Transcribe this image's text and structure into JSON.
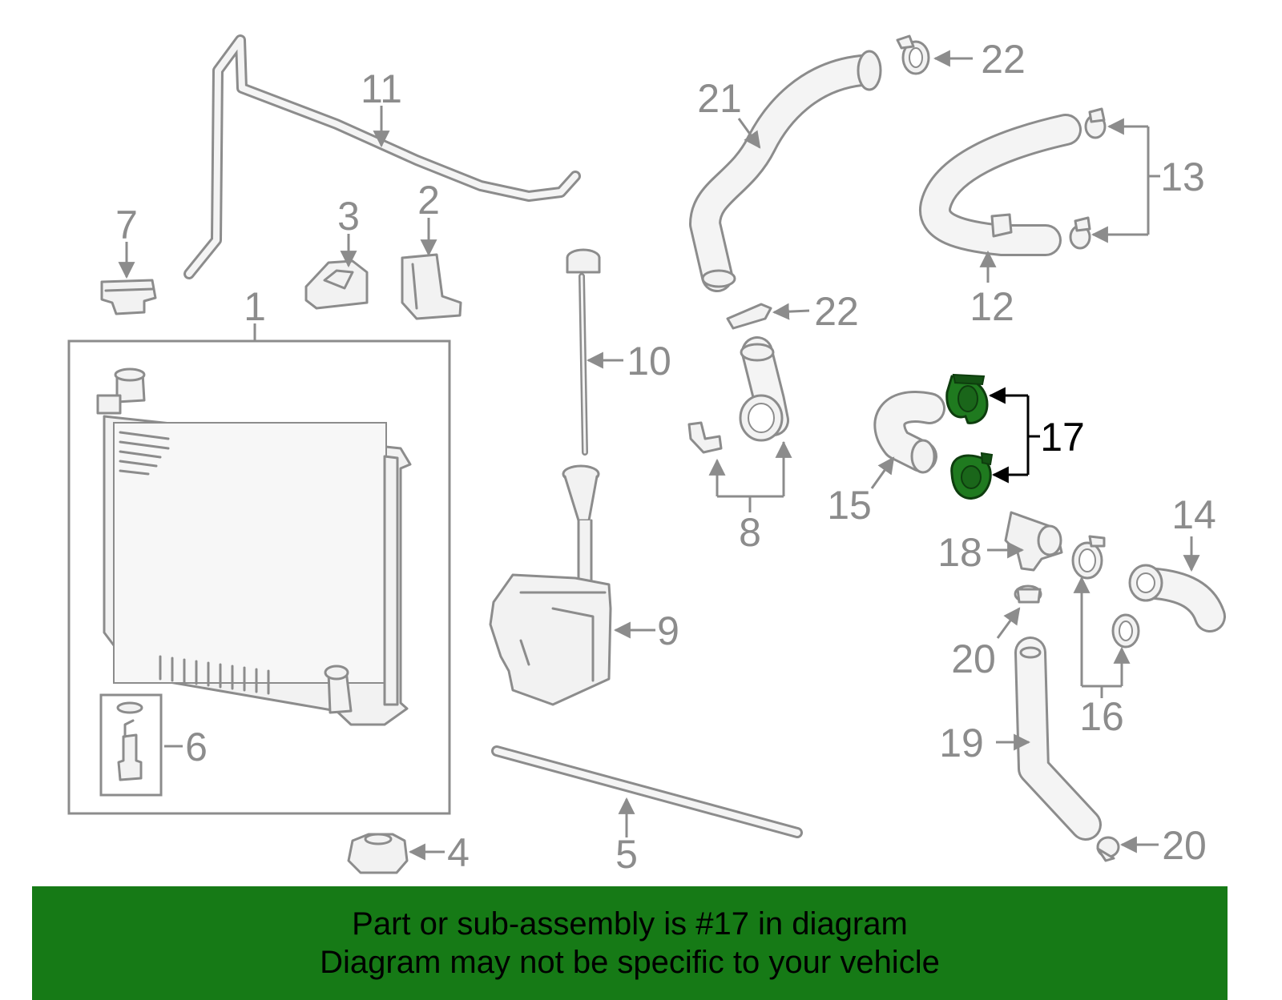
{
  "labels": {
    "p1": "1",
    "p2": "2",
    "p3": "3",
    "p4": "4",
    "p5": "5",
    "p6": "6",
    "p7": "7",
    "p8": "8",
    "p9": "9",
    "p10": "10",
    "p11": "11",
    "p12": "12",
    "p13": "13",
    "p14": "14",
    "p15": "15",
    "p16": "16",
    "p17": "17",
    "p18": "18",
    "p19": "19",
    "p20a": "20",
    "p20b": "20",
    "p21": "21",
    "p22a": "22",
    "p22b": "22"
  },
  "highlight": {
    "part": "17",
    "color": "#1f7a1f"
  },
  "footer": {
    "line1": "Part or sub-assembly is #17 in diagram",
    "line2": "Diagram may not be specific to your vehicle",
    "background": "#167a16"
  }
}
